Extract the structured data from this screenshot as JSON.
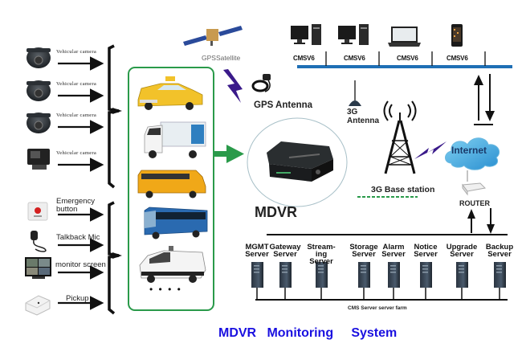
{
  "title": "MDVR   Monitoring     System",
  "inputs": {
    "cameras": [
      {
        "label": "Vehicular camera",
        "icon": "dome-camera-icon"
      },
      {
        "label": "Vehicular camera",
        "icon": "dome-camera-icon"
      },
      {
        "label": "Vehicular camera",
        "icon": "dome-camera-icon"
      },
      {
        "label": "Vehicular camera",
        "icon": "box-camera-icon"
      }
    ],
    "devices": [
      {
        "label": "Emergency button",
        "icon": "emergency-button-icon"
      },
      {
        "label": "Talkback Mic",
        "icon": "microphone-icon"
      },
      {
        "label": "monitor screen",
        "icon": "monitor-icon"
      },
      {
        "label": "Pickup",
        "icon": "pickup-icon"
      }
    ]
  },
  "vehicles": {
    "items": [
      "taxi",
      "truck",
      "school-bus",
      "coach-bus",
      "armored-van"
    ],
    "more": "• • • •"
  },
  "gps": {
    "satellite_label": "GPSSatellite",
    "antenna_label": "GPS Antenna"
  },
  "mdvr": {
    "label": "MDVR"
  },
  "network": {
    "antenna_3g_label": "3G Antenna",
    "base_station_label": "3G Base station",
    "internet_label": "Internet",
    "router_label": "ROUTER"
  },
  "clients": [
    {
      "label": "CMSV6",
      "icon": "desktop-pc-icon"
    },
    {
      "label": "CMSV6",
      "icon": "desktop-pc-icon"
    },
    {
      "label": "CMSV6",
      "icon": "laptop-icon"
    },
    {
      "label": "CMSV6",
      "icon": "smartphone-icon"
    }
  ],
  "servers": {
    "farm_label": "CMS Server server farm",
    "items": [
      {
        "line1": "MGMT",
        "line2": "Server"
      },
      {
        "line1": "Gateway",
        "line2": "Server"
      },
      {
        "line1": "Stream-",
        "line2": "ing Server"
      },
      {
        "line1": "Storage",
        "line2": "Server"
      },
      {
        "line1": "Alarm",
        "line2": "Server"
      },
      {
        "line1": "Notice",
        "line2": "Server"
      },
      {
        "line1": "Upgrade",
        "line2": "Server"
      },
      {
        "line1": "Backup",
        "line2": "Server"
      }
    ]
  },
  "colors": {
    "title": "#1a10e0",
    "green": "#2a9a4a",
    "bus_line": "#1f6fb5",
    "lightning": "#3a1a8a"
  }
}
